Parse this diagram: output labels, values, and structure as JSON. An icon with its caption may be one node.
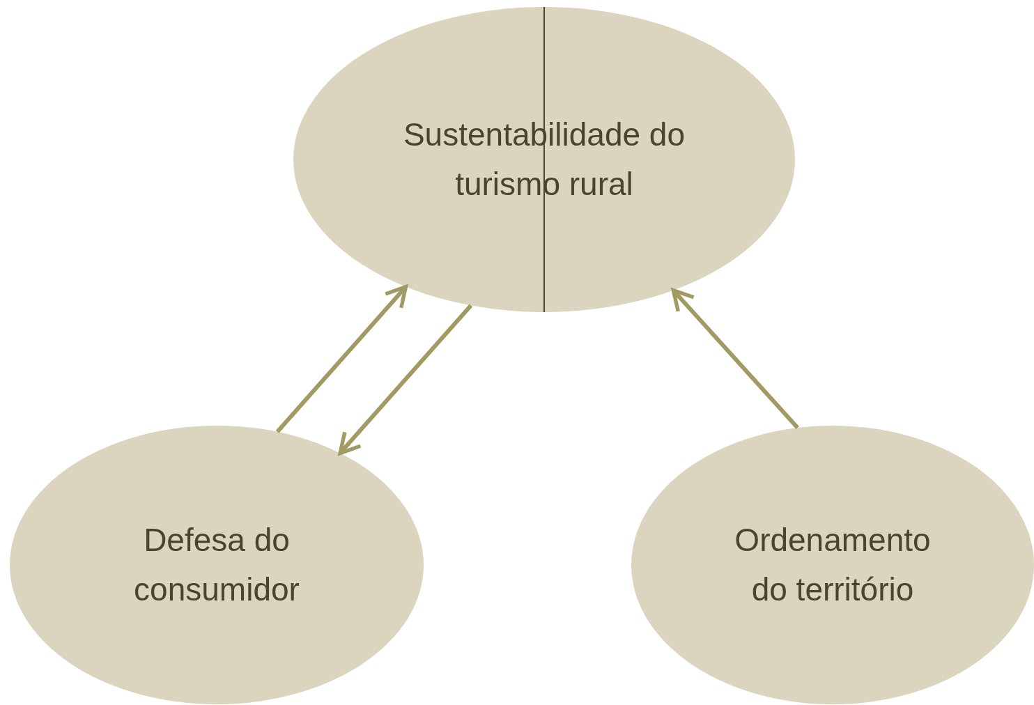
{
  "diagram": {
    "nodes": [
      {
        "text": [
          "Sustentabilidade do turismo rural"
        ]
      },
      {
        "text": [
          "Defesa do consumidor"
        ]
      },
      {
        "text": [
          "Ordenamento do território"
        ]
      }
    ],
    "edges": [
      {
        "from": 1,
        "to": 0,
        "arrow": "to"
      },
      {
        "from": 0,
        "to": 1,
        "arrow": "to"
      },
      {
        "from": 2,
        "to": 0,
        "arrow": "to"
      }
    ]
  }
}
